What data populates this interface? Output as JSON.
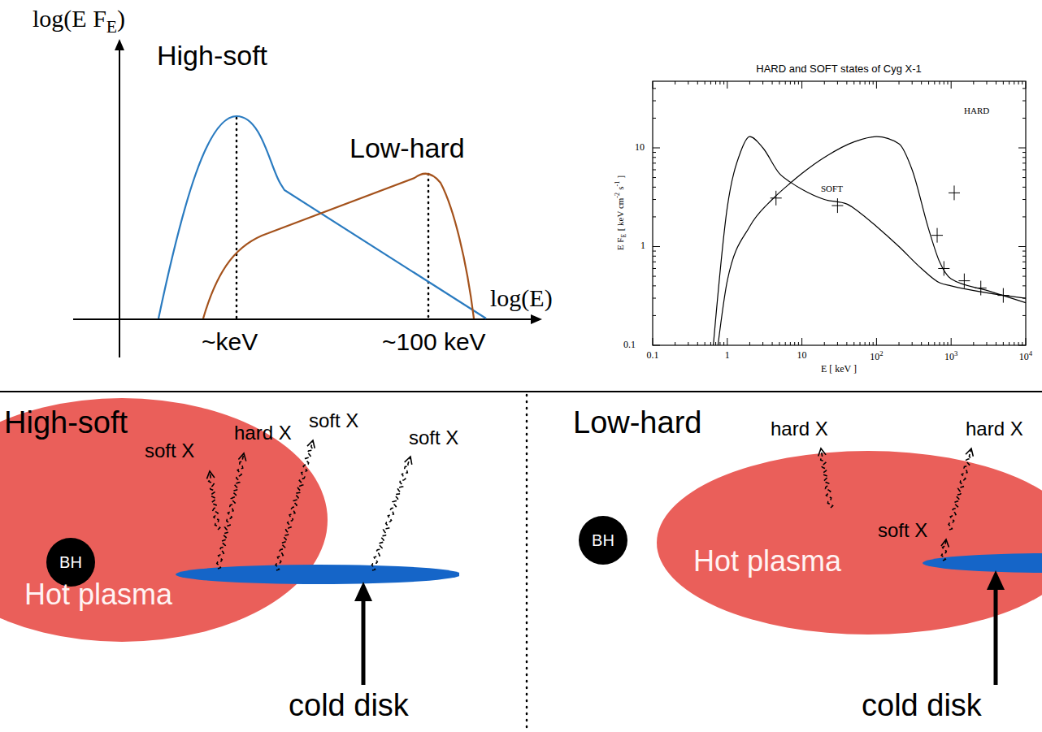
{
  "diagram": {
    "nodes": [
      {
        "text": [
          "Hot plasma"
        ]
      },
      {
        "text": [
          "BH"
        ],
        "in": 0
      },
      {
        "text": [
          "BH"
        ]
      },
      {
        "text": [
          "Hot plasma"
        ]
      }
    ],
    "labels": [
      "log(E F",
      "E",
      ")",
      "High-soft",
      "Low-hard",
      "log(E)",
      "~keV",
      "~100 keV",
      "HARD and SOFT states of Cyg X-1",
      "HARD",
      "SOFT",
      "E F",
      "E",
      "[ keV cm",
      "-2",
      "s",
      "-1",
      "]",
      "0.1",
      "1",
      "10",
      "10",
      "2",
      "10",
      "3",
      "10",
      "4",
      "E [ keV ]",
      "0.1",
      "1",
      "10",
      "High-soft",
      "soft X",
      "hard X",
      "soft X",
      "soft X",
      "cold disk",
      "Low-hard",
      "hard X",
      "hard X",
      "soft X",
      "cold disk"
    ]
  }
}
